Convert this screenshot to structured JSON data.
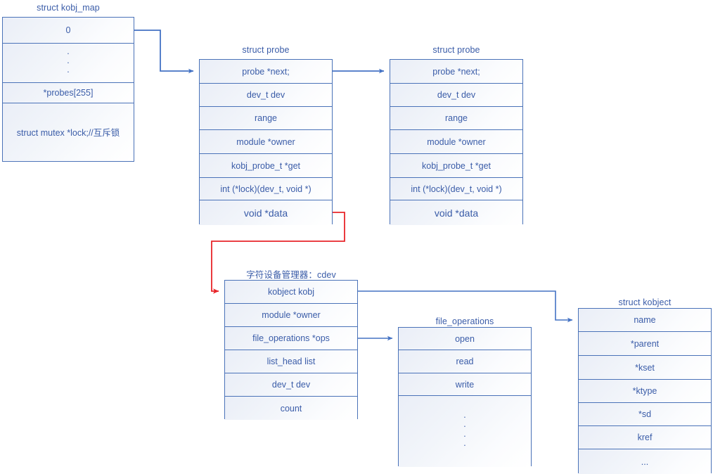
{
  "diagram": {
    "title_note": "Linux char device / kobj_map structure diagram",
    "colors": {
      "border": "#4a72b8",
      "text": "#3a5ca8",
      "wire_blue": "#4472c4",
      "wire_red": "#e8252a",
      "fill_light": "#eef1f8"
    },
    "structs": [
      {
        "id": "kobj_map",
        "caption": "struct kobj_map",
        "rows": [
          {
            "label": "0",
            "kind": "text"
          },
          {
            "label": ".\n.\n.",
            "kind": "dots",
            "dots": [
              "·",
              "·",
              "·"
            ]
          },
          {
            "label": "*probes[255]",
            "kind": "text"
          },
          {
            "label": "struct mutex *lock;//互斥锁",
            "kind": "text"
          }
        ]
      },
      {
        "id": "probe1",
        "caption": "struct probe",
        "rows": [
          {
            "label": "probe *next;",
            "kind": "text"
          },
          {
            "label": "dev_t dev",
            "kind": "text"
          },
          {
            "label": "range",
            "kind": "text"
          },
          {
            "label": "module *owner",
            "kind": "text"
          },
          {
            "label": "kobj_probe_t *get",
            "kind": "text"
          },
          {
            "label": "int (*lock)(dev_t, void *)",
            "kind": "text"
          },
          {
            "label": "void *data",
            "kind": "big"
          }
        ]
      },
      {
        "id": "probe2",
        "caption": "struct probe",
        "rows": [
          {
            "label": "probe *next;",
            "kind": "text"
          },
          {
            "label": "dev_t dev",
            "kind": "text"
          },
          {
            "label": "range",
            "kind": "text"
          },
          {
            "label": "module *owner",
            "kind": "text"
          },
          {
            "label": "kobj_probe_t *get",
            "kind": "text"
          },
          {
            "label": "int (*lock)(dev_t, void *)",
            "kind": "text"
          },
          {
            "label": "void *data",
            "kind": "big"
          }
        ]
      },
      {
        "id": "cdev",
        "caption": "字符设备管理器：cdev",
        "rows": [
          {
            "label": "kobject kobj",
            "kind": "text"
          },
          {
            "label": "module *owner",
            "kind": "text"
          },
          {
            "label": "file_operations *ops",
            "kind": "text"
          },
          {
            "label": "list_head list",
            "kind": "text"
          },
          {
            "label": "dev_t dev",
            "kind": "text"
          },
          {
            "label": "count",
            "kind": "text"
          }
        ]
      },
      {
        "id": "file_operations",
        "caption": "file_operations",
        "rows": [
          {
            "label": "open",
            "kind": "text"
          },
          {
            "label": "read",
            "kind": "text"
          },
          {
            "label": "write",
            "kind": "text"
          },
          {
            "label": ".\n.\n.\n.",
            "kind": "dots",
            "dots": [
              "·",
              "·",
              "·",
              "·"
            ]
          }
        ]
      },
      {
        "id": "kobject",
        "caption": "struct kobject",
        "rows": [
          {
            "label": "name",
            "kind": "text"
          },
          {
            "label": "*parent",
            "kind": "text"
          },
          {
            "label": "*kset",
            "kind": "text"
          },
          {
            "label": "*ktype",
            "kind": "text"
          },
          {
            "label": "*sd",
            "kind": "text"
          },
          {
            "label": "kref",
            "kind": "text"
          },
          {
            "label": "...",
            "kind": "text"
          }
        ]
      }
    ],
    "connectors": [
      {
        "id": "kobjmap-to-probe1",
        "color": "#4472c4",
        "from": "kobj_map.0",
        "to": "probe1.probe-next"
      },
      {
        "id": "probe1-to-probe2",
        "color": "#4472c4",
        "from": "probe1.probe-next",
        "to": "probe2.probe-next"
      },
      {
        "id": "probe1data-to-cdev",
        "color": "#e8252a",
        "from": "probe1.void-data",
        "to": "cdev.kobject-kobj"
      },
      {
        "id": "cdev-kobj-to-kobject",
        "color": "#4472c4",
        "from": "cdev.kobject-kobj",
        "to": "kobject.name"
      },
      {
        "id": "cdev-ops-to-fops",
        "color": "#4472c4",
        "from": "cdev.file-operations-ops",
        "to": "file_operations.open"
      }
    ]
  }
}
